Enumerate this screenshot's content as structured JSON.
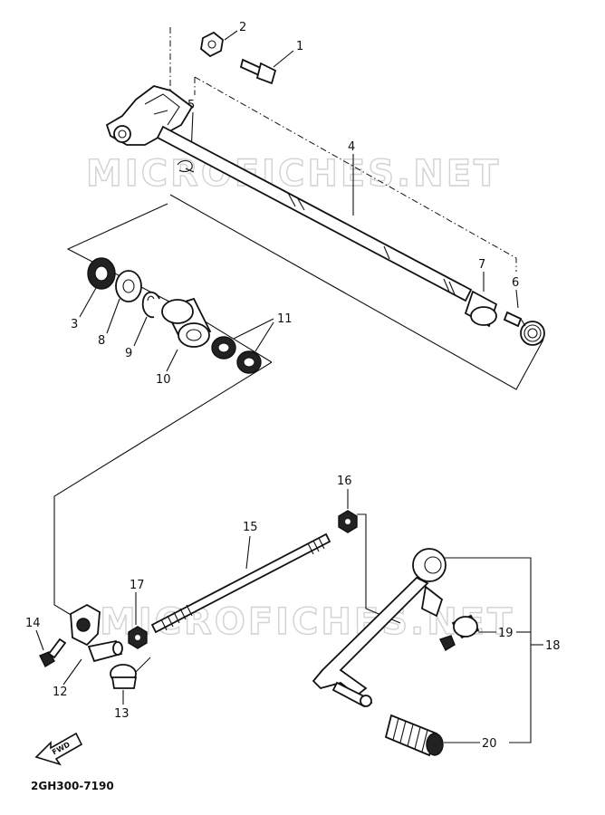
{
  "watermark": "MICROFICHES.NET",
  "diagram_code": "2GH300-7190",
  "fwd_label": "FWD",
  "part_labels": {
    "p1": "1",
    "p2": "2",
    "p3": "3",
    "p4": "4",
    "p5": "5",
    "p6": "6",
    "p7": "7",
    "p8": "8",
    "p9": "9",
    "p10": "10",
    "p11": "11",
    "p12": "12",
    "p13": "13",
    "p14": "14",
    "p15": "15",
    "p16": "16",
    "p17": "17",
    "p18": "18",
    "p19": "19",
    "p20": "20"
  }
}
